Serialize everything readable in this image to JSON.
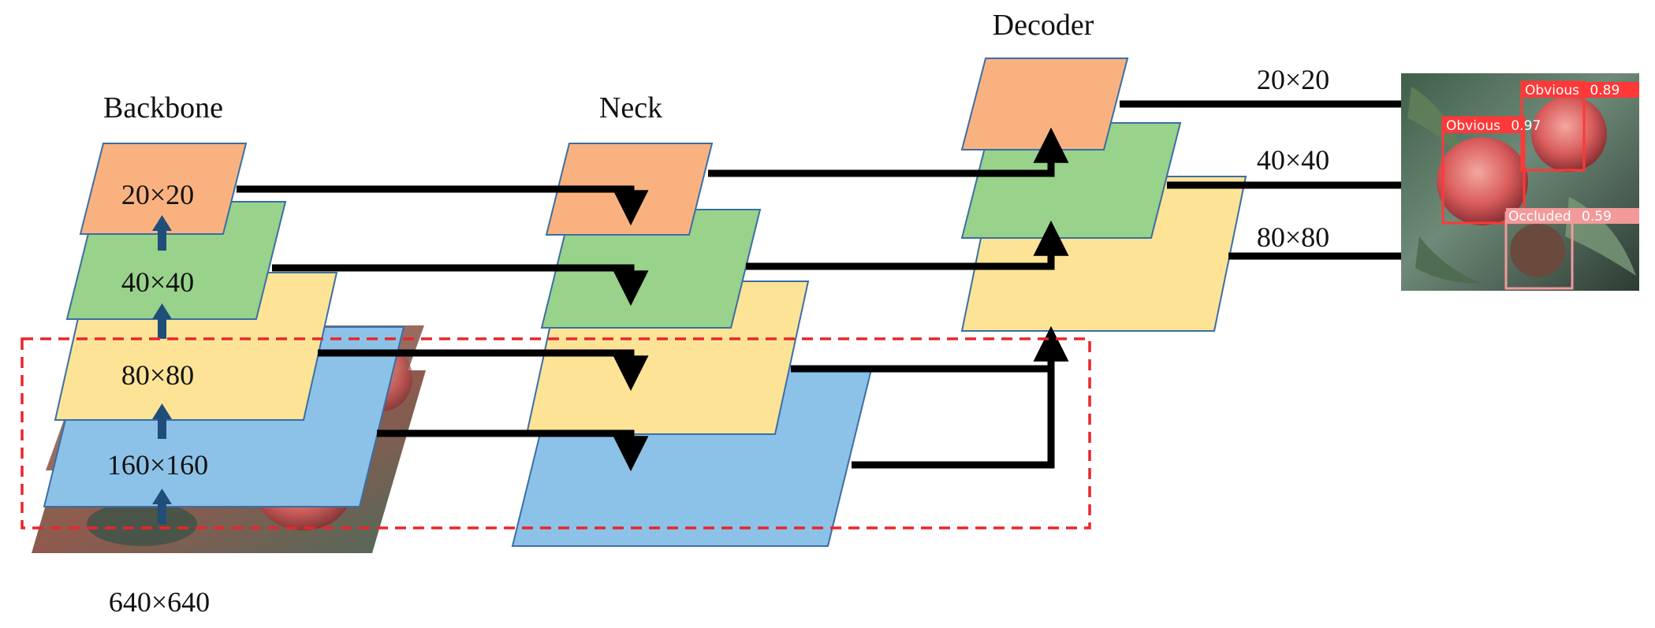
{
  "titles": {
    "backbone": "Backbone",
    "neck": "Neck",
    "decoder": "Decoder"
  },
  "backbone_scales": {
    "s20": "20×20",
    "s40": "40×40",
    "s80": "80×80",
    "s160": "160×160"
  },
  "input_size": "640×640",
  "output_scales": {
    "s20": "20×20",
    "s40": "40×40",
    "s80": "80×80"
  },
  "detections": [
    {
      "label": "Obvious",
      "score": "0.89"
    },
    {
      "label": "Obvious",
      "score": "0.97"
    },
    {
      "label": "Occluded",
      "score": "0.59"
    }
  ],
  "colors": {
    "orange": "#F9B27F",
    "green": "#98D28B",
    "yellow": "#FDE396",
    "blue": "#8DC2E8",
    "arrow_up": "#1F4E79",
    "dashed_box": "#E8262B",
    "detection_box": "#FF3838",
    "occluded_box": "#F29A9A"
  }
}
